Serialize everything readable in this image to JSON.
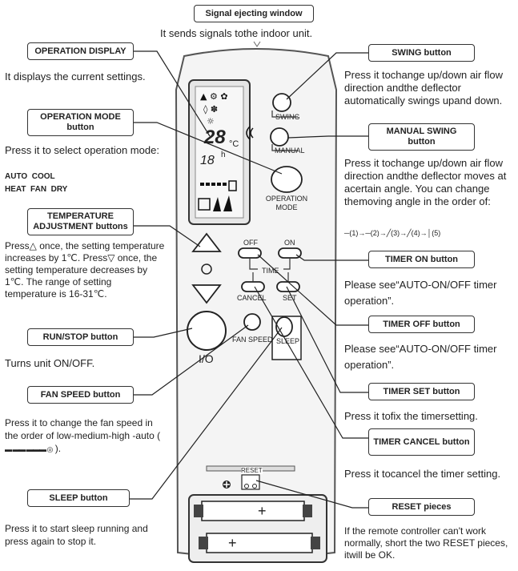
{
  "signal": {
    "title": "Signal ejecting window",
    "desc": "It sends signals tothe indoor unit."
  },
  "left": {
    "operation_display": {
      "title": "OPERATION DISPLAY",
      "desc": "It displays the current settings."
    },
    "operation_mode": {
      "title": "OPERATION MODE button",
      "desc": "Press it to select operation mode:",
      "modes": [
        "AUTO",
        "COOL",
        "HEAT",
        "FAN",
        "DRY"
      ]
    },
    "temperature": {
      "title": "TEMPERATURE ADJUSTMENT buttons",
      "desc": "Press△ once, the setting temperature increases by 1℃. Press▽ once, the setting temperature decreases by 1℃. The range of setting temperature is 16-31℃."
    },
    "run_stop": {
      "title": "RUN/STOP button",
      "desc": "Turns unit ON/OFF."
    },
    "fan_speed": {
      "title": "FAN SPEED button",
      "desc": "Press it to change the fan speed in the order of low-medium-high -auto (",
      "desc_end": ")."
    },
    "sleep": {
      "title": "SLEEP button",
      "desc": "Press it to start sleep running and press again to stop it."
    }
  },
  "right": {
    "swing": {
      "title": "SWING button",
      "desc": "Press it tochange up/down air flow direction andthe deflector automatically swings upand down."
    },
    "manual_swing": {
      "title": "MANUAL SWING button",
      "desc": "Press it tochange up/down air flow direction andthe deflector moves at acertain angle. You can change themoving angle in the order of:",
      "sequence": "─(1)→─(2)→╱(3)→╱(4)→│(5)"
    },
    "timer_on": {
      "title": "TIMER ON button",
      "desc": "Please see“AUTO-ON/OFF timer operation”."
    },
    "timer_off": {
      "title": "TIMER OFF button",
      "desc": "Please see“AUTO-ON/OFF timer operation”."
    },
    "timer_set": {
      "title": "TIMER SET button",
      "desc": "Press it tofix the timersetting."
    },
    "timer_cancel": {
      "title": "TIMER CANCEL button",
      "desc": "Press it tocancel the timer setting."
    },
    "reset": {
      "title": "RESET pieces",
      "desc": "If the remote controller can't work normally, short the two RESET pieces, itwill be OK."
    }
  },
  "remote": {
    "swing": "SWING",
    "manual": "MANUAL",
    "operation_mode": "OPERATION MODE",
    "off": "OFF",
    "on": "ON",
    "time": "TIME",
    "cancel": "CANCEL",
    "set": "SET",
    "fan_speed": "FAN SPEED",
    "sleep": "SLEEP",
    "io": "I/O",
    "reset": "RESET",
    "lcd_temp": "28",
    "lcd_unit": "°C",
    "lcd_timer": "18",
    "lcd_h": "h",
    "plus": "+"
  }
}
